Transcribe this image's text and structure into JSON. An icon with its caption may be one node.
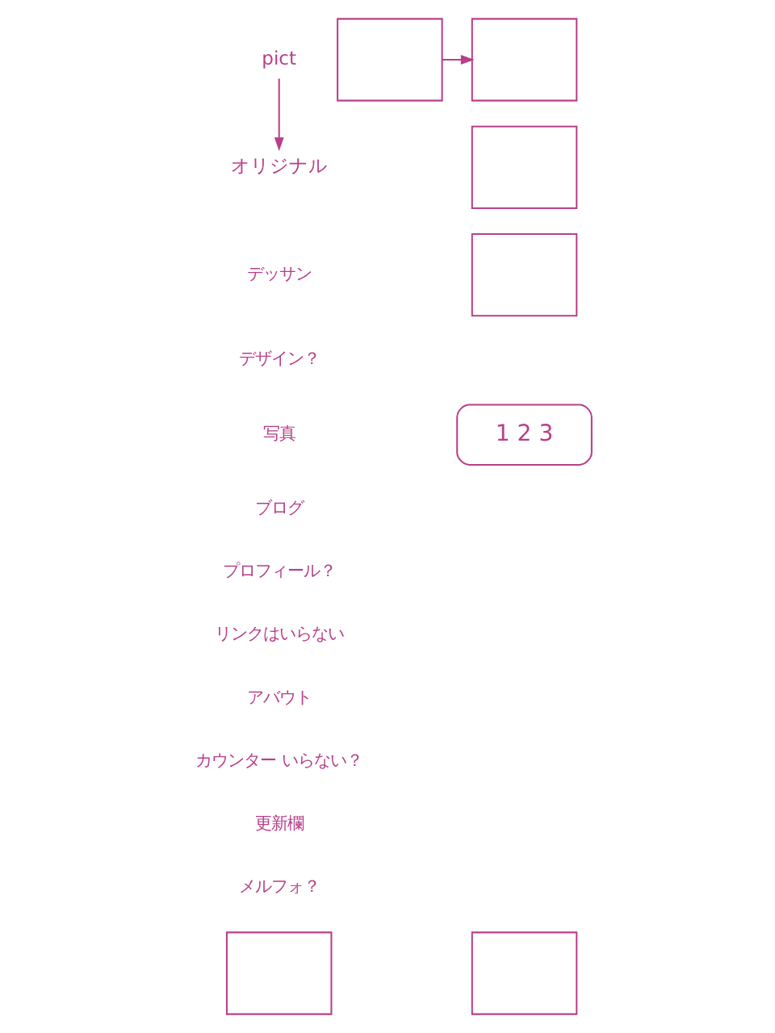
{
  "diagram": {
    "nodes": [
      {
        "text": [
          "pict"
        ]
      },
      {
        "text": [
          "オリジナル"
        ]
      },
      {
        "text": [],
        "shape": "box"
      },
      {
        "text": [],
        "shape": "box"
      },
      {
        "text": [],
        "shape": "box"
      },
      {
        "text": [],
        "shape": "box"
      },
      {
        "text": [
          "1 2 3"
        ]
      },
      {
        "text": [],
        "shape": "box"
      },
      {
        "text": [],
        "shape": "box"
      }
    ],
    "edges": [
      {
        "from": 0,
        "to": 1,
        "arrow": "to"
      },
      {
        "from": 2,
        "to": 3,
        "arrow": "to"
      }
    ],
    "labels": [
      "デッサン",
      "デザイン？",
      "写真",
      "ブログ",
      "プロフィール？",
      "リンクはいらない",
      "アバウト",
      "カウンター いらない？",
      "更新欄",
      "メルフォ？"
    ]
  }
}
